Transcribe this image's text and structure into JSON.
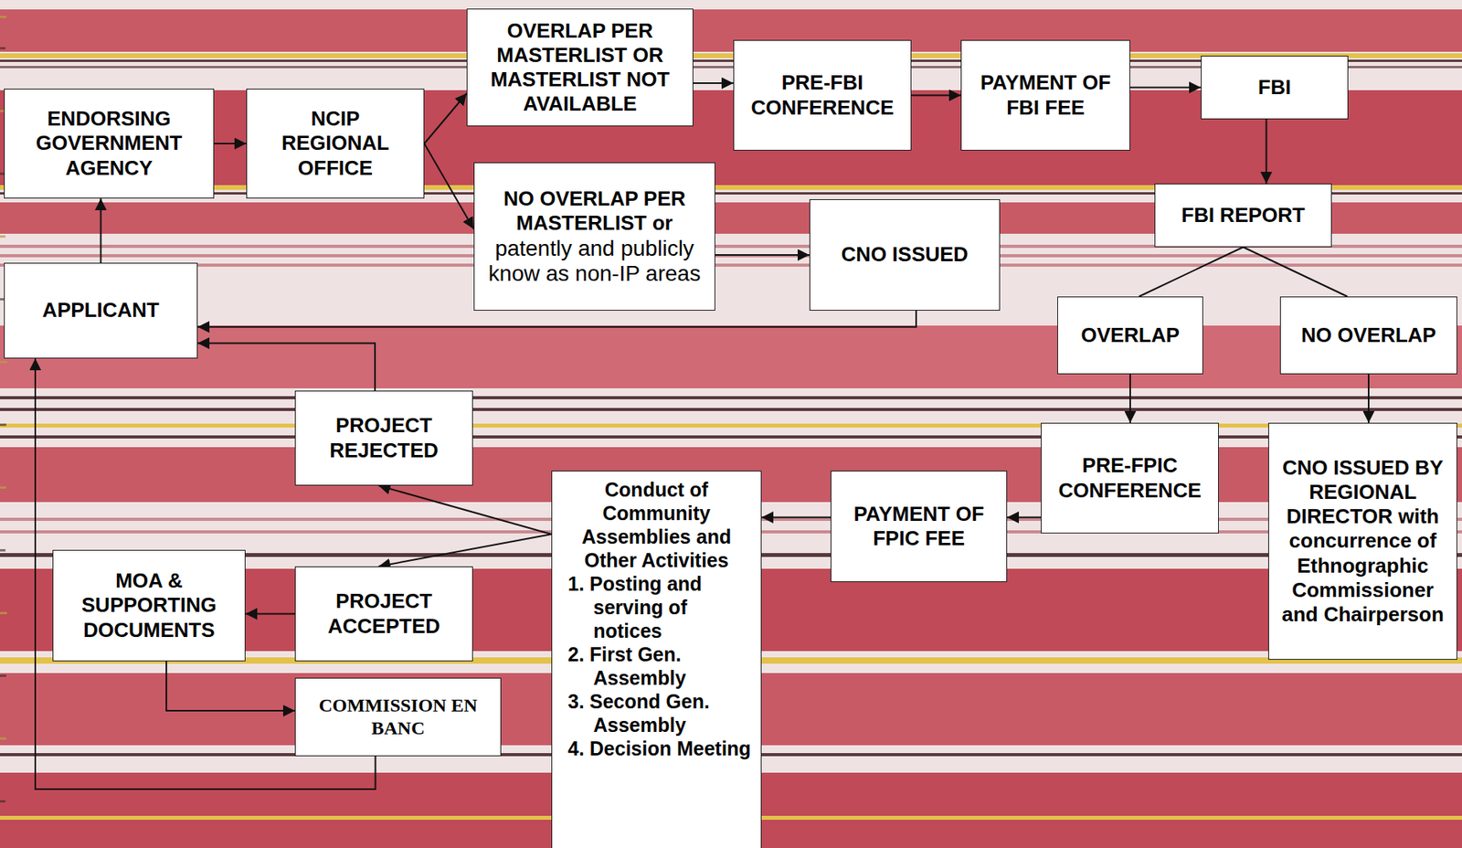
{
  "diagram": {
    "nodes": [
      {
        "text": [
          "ENDORSING GOVERNMENT AGENCY"
        ]
      },
      {
        "text": [
          "NCIP REGIONAL OFFICE"
        ]
      },
      {
        "text": [
          "OVERLAP PER MASTERLIST OR MASTERLIST NOT AVAILABLE"
        ]
      },
      {
        "text": [
          "PRE-FBI CONFERENCE"
        ]
      },
      {
        "text": [
          "PAYMENT OF FBI FEE"
        ]
      },
      {
        "text": [
          "FBI"
        ]
      },
      {
        "text": [
          "NO OVERLAP PER MASTERLIST or",
          "patently and publicly know as non-IP areas"
        ]
      },
      {
        "text": [
          "CNO ISSUED"
        ]
      },
      {
        "text": [
          "FBI REPORT"
        ]
      },
      {
        "text": [
          "APPLICANT"
        ]
      },
      {
        "text": [
          "OVERLAP"
        ]
      },
      {
        "text": [
          "NO OVERLAP"
        ]
      },
      {
        "text": [
          "PROJECT REJECTED"
        ]
      },
      {
        "text": [
          "PRE-FPIC CONFERENCE"
        ]
      },
      {
        "text": [
          "CNO ISSUED BY REGIONAL DIRECTOR with concurrence of Ethnographic Commissioner and Chairperson"
        ]
      },
      {
        "text": [
          "Conduct of Community Assemblies and Other Activities",
          "1. Posting and serving of notices",
          "2. First Gen. Assembly",
          "3. Second Gen. Assembly",
          "4. Decision Meeting"
        ]
      },
      {
        "text": [
          "PAYMENT OF FPIC FEE"
        ]
      },
      {
        "text": [
          "MOA & SUPPORTING DOCUMENTS"
        ]
      },
      {
        "text": [
          "PROJECT ACCEPTED"
        ]
      },
      {
        "text": [
          "COMMISSION EN BANC"
        ]
      }
    ],
    "edges": [
      {
        "from": 9,
        "to": 0,
        "arrow": "to"
      },
      {
        "from": 0,
        "to": 1,
        "arrow": "to"
      },
      {
        "from": 1,
        "to": 2,
        "arrow": "to"
      },
      {
        "from": 1,
        "to": 6,
        "arrow": "to"
      },
      {
        "from": 2,
        "to": 3,
        "arrow": "to"
      },
      {
        "from": 3,
        "to": 4,
        "arrow": "to"
      },
      {
        "from": 4,
        "to": 5,
        "arrow": "to"
      },
      {
        "from": 5,
        "to": 8,
        "arrow": "to"
      },
      {
        "from": 6,
        "to": 7,
        "arrow": "to"
      },
      {
        "from": 7,
        "to": 9,
        "arrow": "to"
      },
      {
        "from": 8,
        "to": 10,
        "arrow": "none"
      },
      {
        "from": 8,
        "to": 11,
        "arrow": "none"
      },
      {
        "from": 10,
        "to": 13,
        "arrow": "to"
      },
      {
        "from": 11,
        "to": 14,
        "arrow": "to"
      },
      {
        "from": 13,
        "to": 16,
        "arrow": "to"
      },
      {
        "from": 16,
        "to": 15,
        "arrow": "to"
      },
      {
        "from": 15,
        "to": 12,
        "arrow": "to"
      },
      {
        "from": 15,
        "to": 18,
        "arrow": "to"
      },
      {
        "from": 12,
        "to": 9,
        "arrow": "to"
      },
      {
        "from": 18,
        "to": 17,
        "arrow": "to"
      },
      {
        "from": 17,
        "to": 19,
        "arrow": "to"
      },
      {
        "from": 19,
        "to": 9,
        "arrow": "to"
      }
    ]
  }
}
